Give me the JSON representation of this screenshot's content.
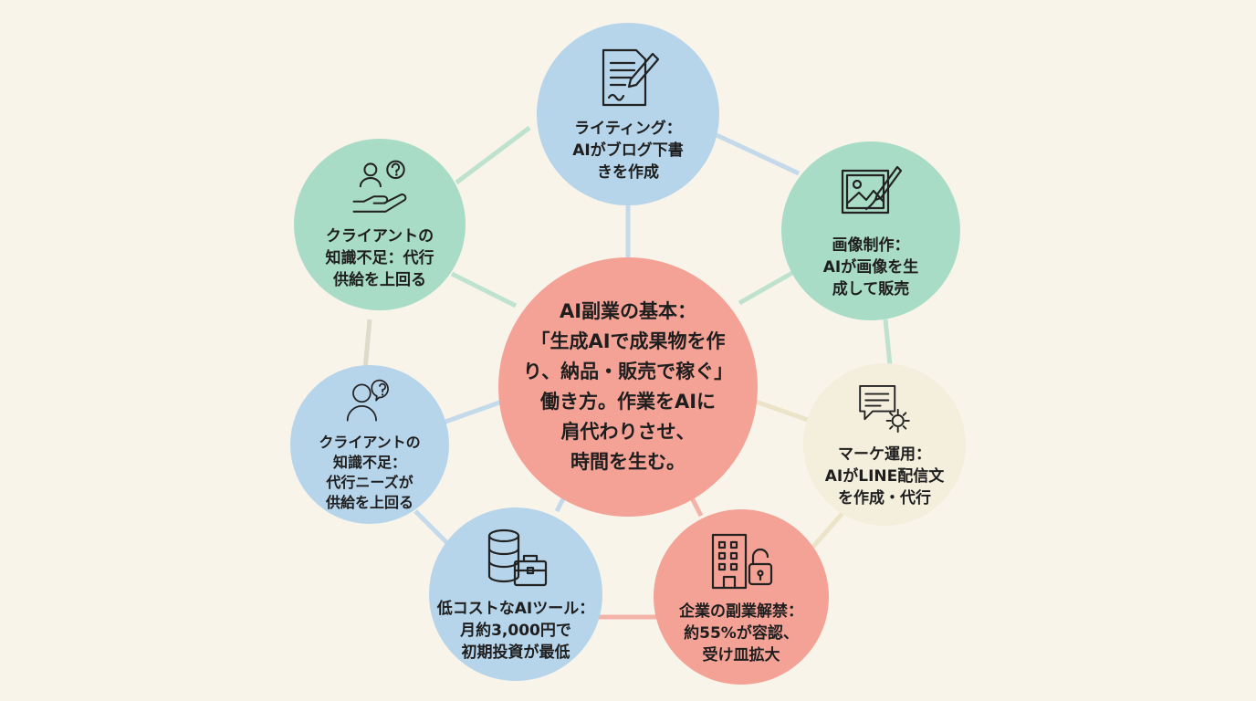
{
  "center": {
    "text": "AI副業の基本：\n「生成AIで成果物を作り、納品・販売で稼ぐ」\n働き方。作業をAIに\n肩代わりさせ、\n時間を生む。"
  },
  "nodes": {
    "writing": {
      "label": "ライティング：\nAIがブログ下書\nきを作成",
      "icon": "document-pen-icon"
    },
    "image": {
      "label": "画像制作：\nAIが画像を生\n成して販売",
      "icon": "picture-brush-icon"
    },
    "marketing": {
      "label": "マーケ運用：\nAIがLINE配信文\nを作成・代行",
      "icon": "chat-gear-icon"
    },
    "corporate": {
      "label": "企業の副業解禁：\n約55%が容認、\n受け皿拡大",
      "icon": "building-unlock-icon"
    },
    "tools": {
      "label": "低コストなAIツール：\n月約3,000円で\n初期投資が最低",
      "icon": "database-briefcase-icon"
    },
    "client_need": {
      "label": "クライアントの\n知識不足：\n代行ニーズが\n供給を上回る",
      "icon": "user-question-icon"
    },
    "client_supply": {
      "label": "クライアントの\n知識不足：代行\n供給を上回る",
      "icon": "hand-user-question-icon"
    }
  },
  "colors": {
    "background": "#f8f4ea",
    "blue": "#b6d4ea",
    "green": "#a9dcc7",
    "cream": "#f4eedc",
    "red": "#f4a296"
  }
}
